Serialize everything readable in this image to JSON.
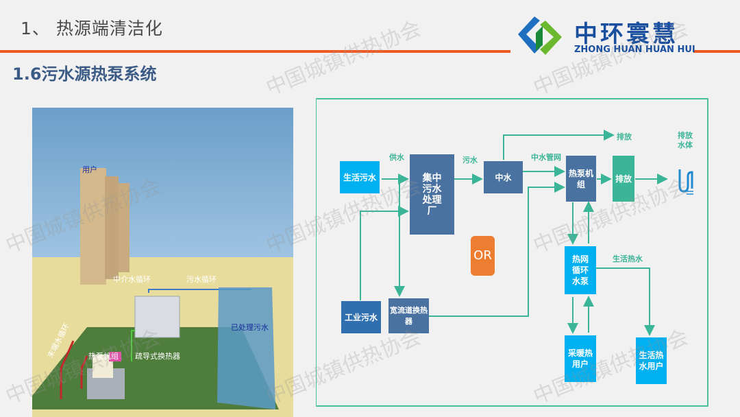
{
  "header": {
    "title": "1、 热源端清洁化",
    "subtitle": "1.6污水源热泵系统"
  },
  "logo": {
    "cn": "中环寰慧",
    "en": "ZHONG HUAN  HUAN HUI"
  },
  "watermark": "中国城镇供热协会",
  "photo": {
    "labels": {
      "users": "用户",
      "terminal_loop": "末端水循环",
      "intermediate_loop": "中介水循环",
      "sewage_loop": "污水循环",
      "treated_sewage": "已处理污水",
      "heat_pump": "热泵机组",
      "exchanger": "疏导式换热器"
    }
  },
  "diagram": {
    "boxes": {
      "domestic_sewage": "生活污水",
      "treatment_plant": "集中污水处理厂",
      "reclaimed": "中水",
      "heat_pump": "热泵机组",
      "discharge": "排放",
      "industrial_sewage": "工业污水",
      "wide_channel_hx": "宽流道换热器",
      "or": "OR",
      "circ_pump": "热网循环水泵",
      "heating_users": "采暖热用户",
      "hot_water_users": "生活热水用户"
    },
    "labels": {
      "supply": "供水",
      "sewage": "污水",
      "reclaimed_network": "中水管网",
      "discharge_top": "排放",
      "discharge_water": "排放水体",
      "hot_water": "生活热水"
    },
    "colors": {
      "arrow": "#3bb597",
      "dark_box": "#4a72a0",
      "light_box": "#00b0f0",
      "or": "#ed7d31"
    }
  }
}
